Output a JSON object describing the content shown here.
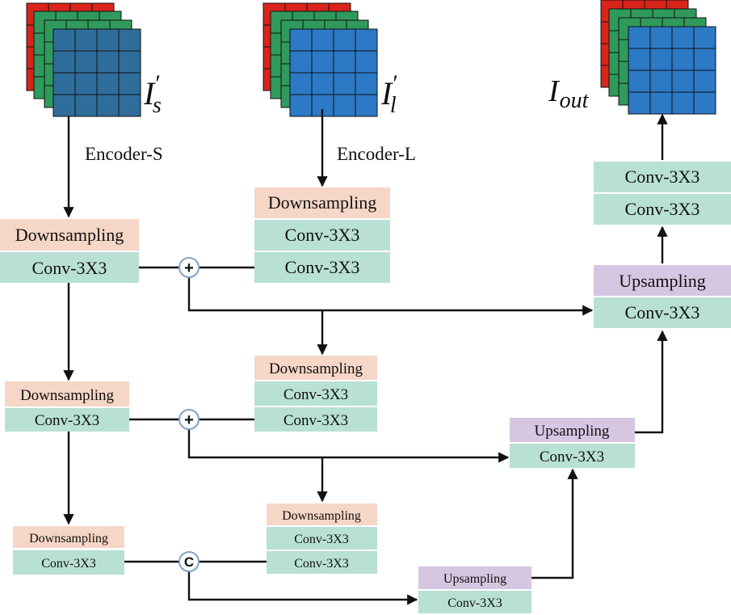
{
  "colors": {
    "downsampling": "#f6d6c6",
    "conv": "#b9e0d5",
    "upsampling": "#d7c6e2",
    "red_layer": "#d9241c",
    "green_layer": "#2f9a5b",
    "blue_layer": "#2c79c6",
    "small_top_layer": "#2f6d9c",
    "operator_stroke": "#7fa4c4"
  },
  "inputs": {
    "small": {
      "symbol": "I",
      "sub": "s",
      "prime": "′"
    },
    "large": {
      "symbol": "I",
      "sub": "l",
      "prime": "′"
    },
    "output": {
      "symbol": "I",
      "sub": "out"
    }
  },
  "labels": {
    "encoder_s": "Encoder-S",
    "encoder_l": "Encoder-L"
  },
  "blocks": {
    "ds": "Downsampling",
    "us": "Upsampling",
    "conv": "Conv-3X3"
  },
  "operators": {
    "add": "+",
    "concat": "C"
  }
}
